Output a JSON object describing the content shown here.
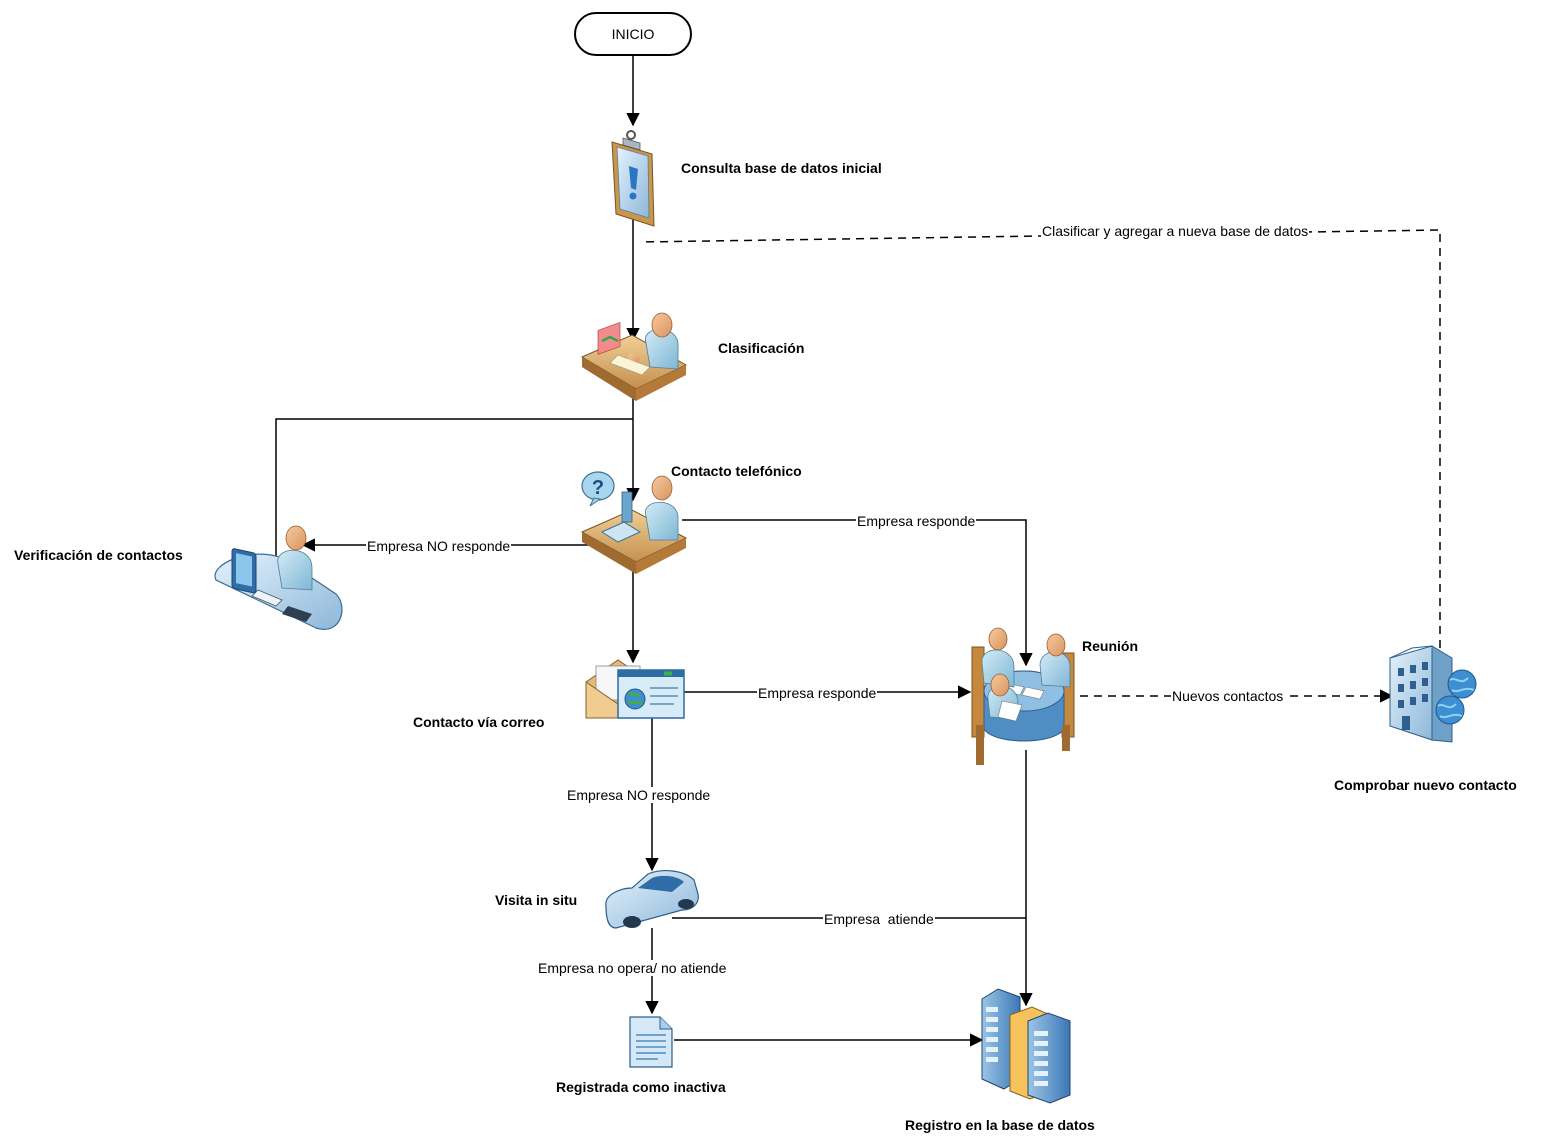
{
  "start": "INICIO",
  "nodes": {
    "consulta": "Consulta base de datos inicial",
    "clasificacion": "Clasificación",
    "telefonico": "Contacto telefónico",
    "verificacion": "Verificación de contactos",
    "correo": "Contacto vía correo",
    "reunion": "Reunión",
    "comprobar": "Comprobar nuevo contacto",
    "visita": "Visita in situ",
    "inactiva": "Registrada como inactiva",
    "registro": "Registro en la base de datos"
  },
  "edges": {
    "clasificar_agregar": "Clasificar y agregar a nueva base de datos",
    "tel_responde": "Empresa responde",
    "tel_no_responde": "Empresa NO responde",
    "correo_responde": "Empresa responde",
    "nuevos_contactos": "Nuevos contactos",
    "correo_no_responde": "Empresa NO responde",
    "visita_atiende": "Empresa  atiende",
    "visita_no_opera": "Empresa no opera/ no atiende"
  },
  "icons": {
    "consulta": "clipboard-alert-icon",
    "clasificacion": "person-sorting-documents-icon",
    "telefonico": "person-on-phone-icon",
    "verificacion": "person-at-computer-icon",
    "correo": "mail-and-web-page-icon",
    "reunion": "meeting-table-icon",
    "comprobar": "building-with-globes-icon",
    "visita": "car-icon",
    "inactiva": "document-icon",
    "registro": "database-servers-icon"
  }
}
